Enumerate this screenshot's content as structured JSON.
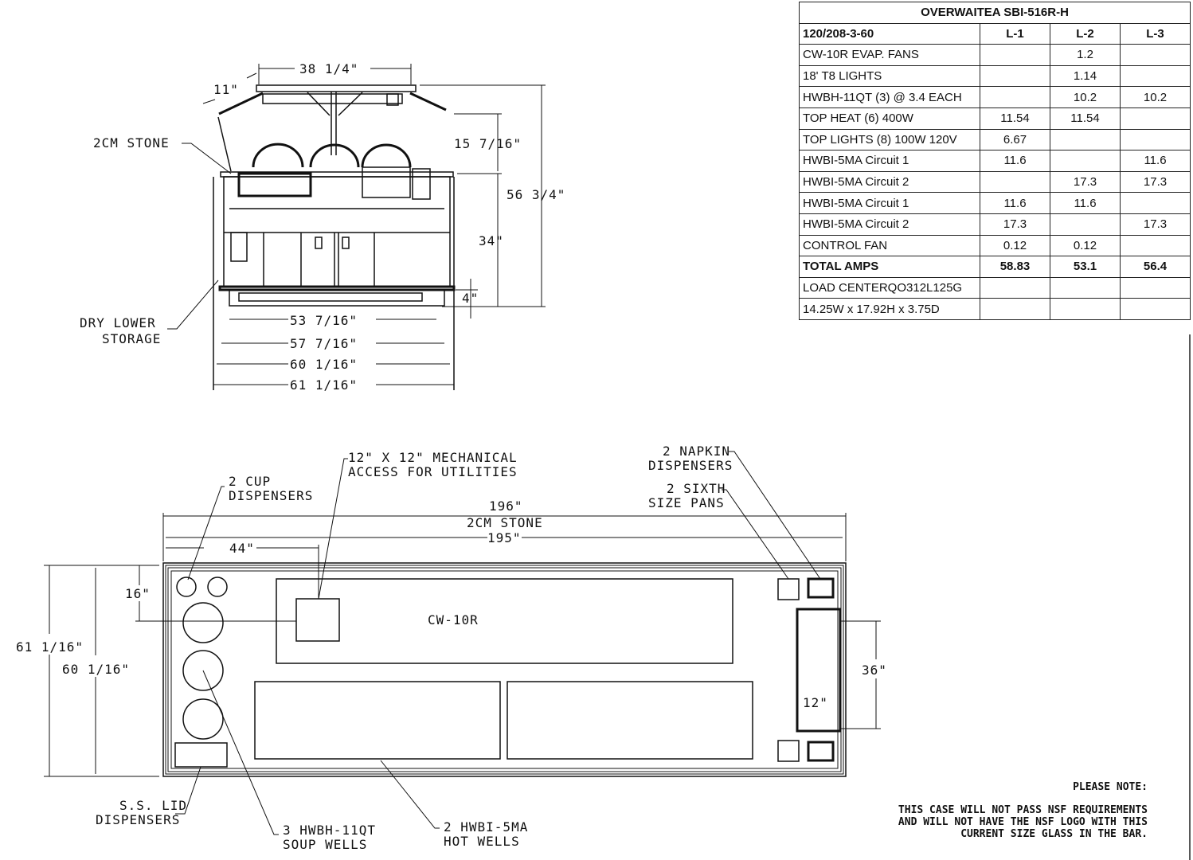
{
  "table": {
    "title": "OVERWAITEA SBI-516R-H",
    "header": [
      "120/208-3-60",
      "L-1",
      "L-2",
      "L-3"
    ],
    "rows": [
      [
        "CW-10R EVAP. FANS",
        "",
        "1.2",
        ""
      ],
      [
        "18' T8 LIGHTS",
        "",
        "1.14",
        ""
      ],
      [
        "HWBH-11QT (3) @ 3.4 EACH",
        "",
        "10.2",
        "10.2"
      ],
      [
        "TOP HEAT (6) 400W",
        "11.54",
        "11.54",
        ""
      ],
      [
        "TOP LIGHTS (8) 100W 120V",
        "6.67",
        "",
        ""
      ],
      [
        "HWBI-5MA Circuit 1",
        "11.6",
        "",
        "11.6"
      ],
      [
        "HWBI-5MA Circuit 2",
        "",
        "17.3",
        "17.3"
      ],
      [
        "HWBI-5MA Circuit 1",
        "11.6",
        "11.6",
        ""
      ],
      [
        "HWBI-5MA Circuit 2",
        "17.3",
        "",
        "17.3"
      ],
      [
        "CONTROL FAN",
        "0.12",
        "0.12",
        ""
      ],
      [
        "TOTAL AMPS",
        "58.83",
        "53.1",
        "56.4"
      ],
      [
        "LOAD CENTERQO312L125G",
        "",
        "",
        ""
      ],
      [
        "14.25W x 17.92H x 3.75D",
        "",
        "",
        ""
      ]
    ]
  },
  "elevation": {
    "dim_top": "38 1/4\"",
    "dim_angle": "11\"",
    "dim_canopy": "15 7/16\"",
    "dim_overall_height": "56 3/4\"",
    "dim_counter_height": "34\"",
    "dim_base": "4\"",
    "dim_w1": "53 7/16\"",
    "dim_w2": "57 7/16\"",
    "dim_w3": "60 1/16\"",
    "dim_w4": "61 1/16\"",
    "label_stone": "2CM STONE",
    "label_storage_1": "DRY LOWER",
    "label_storage_2": "STORAGE"
  },
  "plan": {
    "dim_stone": "196\"",
    "label_stone": "2CM STONE",
    "dim_length": "195\"",
    "dim_44": "44\"",
    "dim_16": "16\"",
    "dim_depth_outer": "61 1/16\"",
    "dim_depth_inner": "60 1/16\"",
    "dim_36": "36\"",
    "dim_12": "12\"",
    "label_cw": "CW-10R",
    "cup_1": "2 CUP",
    "cup_2": "DISPENSERS",
    "mech_1": "12\" X 12\" MECHANICAL",
    "mech_2": "ACCESS FOR UTILITIES",
    "napkin_1": "2 NAPKIN",
    "napkin_2": "DISPENSERS",
    "sixth_1": "2 SIXTH",
    "sixth_2": "SIZE PANS",
    "lid_1": "S.S. LID",
    "lid_2": "DISPENSERS",
    "soup_1": "3 HWBH-11QT",
    "soup_2": "SOUP WELLS",
    "hot_1": "2 HWBI-5MA",
    "hot_2": "HOT WELLS"
  },
  "note": {
    "title": "PLEASE NOTE:",
    "lines": [
      "THIS CASE WILL NOT PASS NSF REQUIREMENTS",
      "AND WILL NOT HAVE THE NSF LOGO WITH THIS",
      "CURRENT SIZE GLASS IN THE BAR."
    ]
  }
}
